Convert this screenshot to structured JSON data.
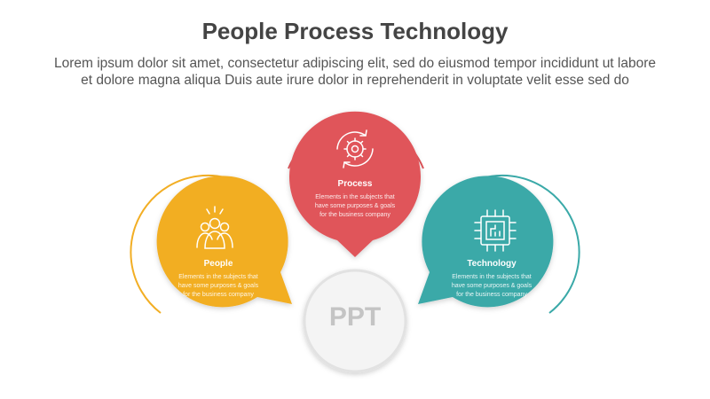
{
  "header": {
    "title": "People Process Technology",
    "subtitle_lines": [
      "Lorem ipsum dolor sit amet, consectetur adipiscing elit, sed do eiusmod tempor incididunt ut labore",
      "et dolore magna aliqua Duis aute irure dolor in reprehenderit in voluptate velit esse sed do"
    ]
  },
  "nodes": [
    {
      "label": "People",
      "icon": "people-group-icon",
      "color": "#f2ae24",
      "desc_lines": [
        "Elements in the subjects that",
        "have some purposes & goals",
        "for the business company"
      ]
    },
    {
      "label": "Process",
      "icon": "gear-cycle-icon",
      "color": "#e0555a",
      "desc_lines": [
        "Elements in the subjects that",
        "have some purposes & goals",
        "for the business company"
      ]
    },
    {
      "label": "Technology",
      "icon": "microchip-icon",
      "color": "#3aa9a8",
      "desc_lines": [
        "Elements in the subjects that",
        "have some purposes & goals",
        "for the business company"
      ]
    }
  ],
  "center": {
    "label": "PPT",
    "color": "#e9e9e9"
  }
}
